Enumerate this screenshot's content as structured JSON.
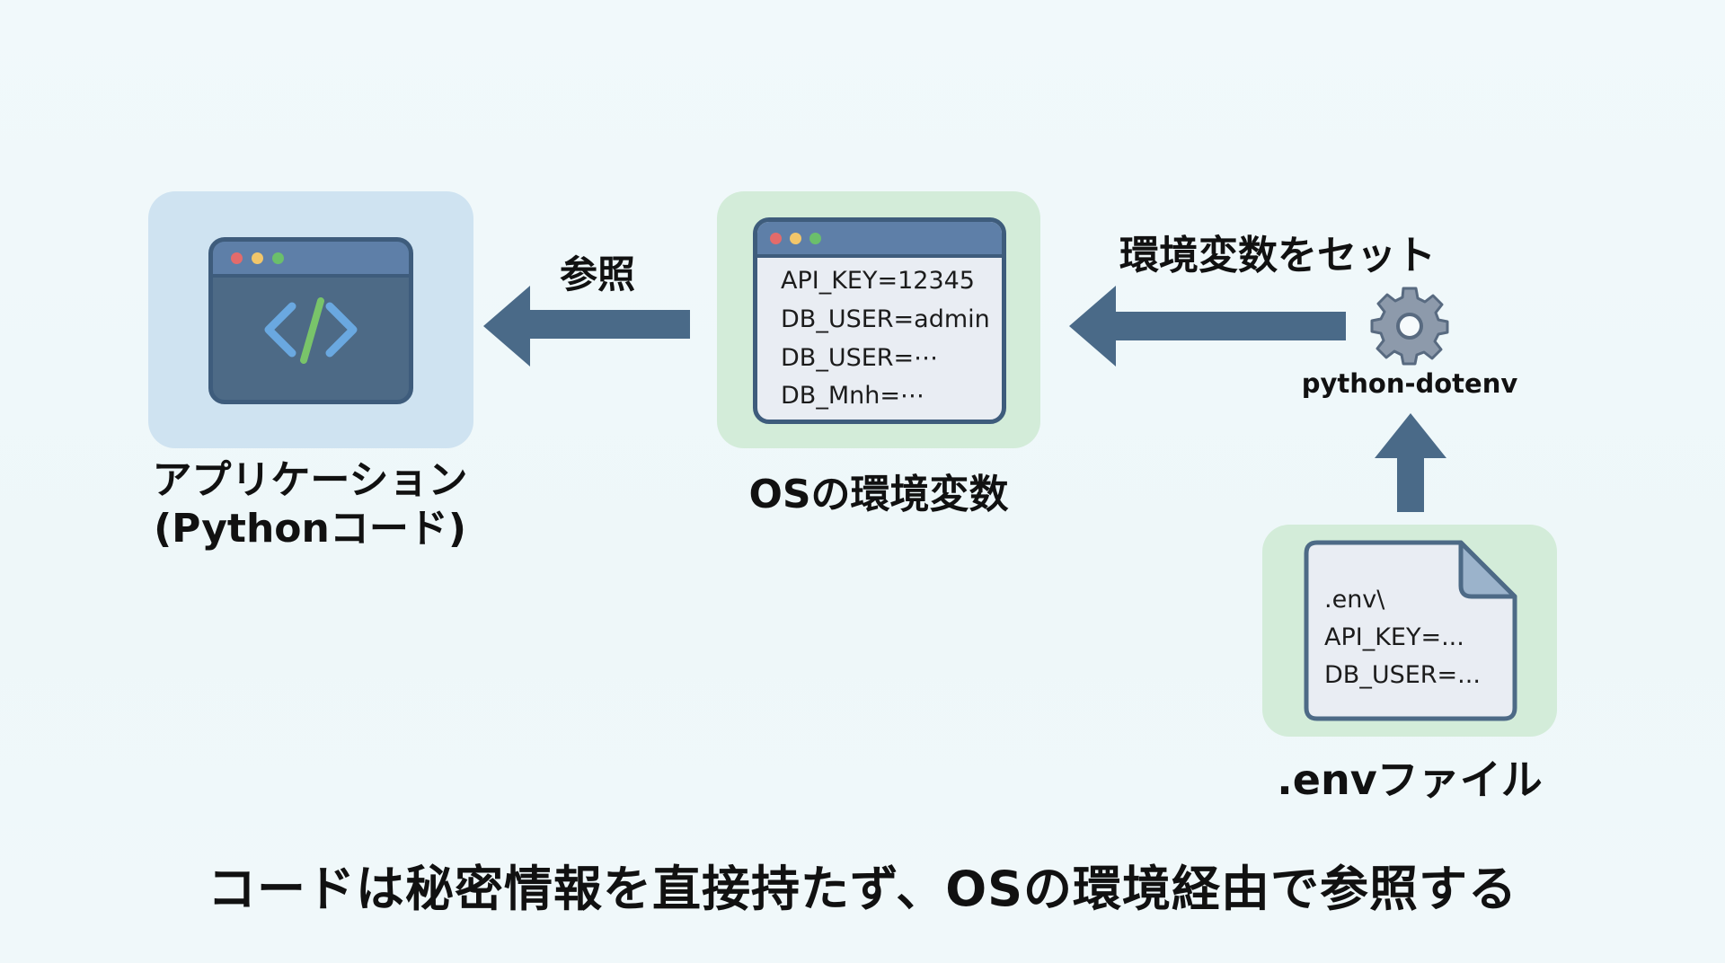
{
  "diagram": {
    "nodes": {
      "app": {
        "label_line1": "アプリケーション",
        "label_line2": "(Pythonコード)",
        "icon": "code-window-icon"
      },
      "os_env": {
        "label": "OSの環境変数",
        "lines": [
          "API_KEY=12345",
          "DB_USER=admin",
          "DB_USER=⋯",
          "DB_Mnh=⋯"
        ]
      },
      "dotenv_tool": {
        "label": "python-dotenv",
        "icon": "gear-icon"
      },
      "env_file": {
        "label": ".envファイル",
        "lines": [
          ".env\\",
          "API_KEY=...",
          "DB_USER=..."
        ],
        "icon": "file-icon"
      }
    },
    "edges": [
      {
        "from": "os_env",
        "to": "app",
        "label": "参照"
      },
      {
        "from": "dotenv_tool",
        "to": "os_env",
        "label": "環境変数をセット"
      },
      {
        "from": "env_file",
        "to": "dotenv_tool",
        "label": ""
      }
    ],
    "caption": "コードは秘密情報を直接持たず、OSの環境経由で参照する"
  },
  "colors": {
    "arrow": "#4a6a88",
    "app_panel": "#cfe3f1",
    "env_panel": "#d3ecd9",
    "window_frame": "#3e5c7c"
  }
}
